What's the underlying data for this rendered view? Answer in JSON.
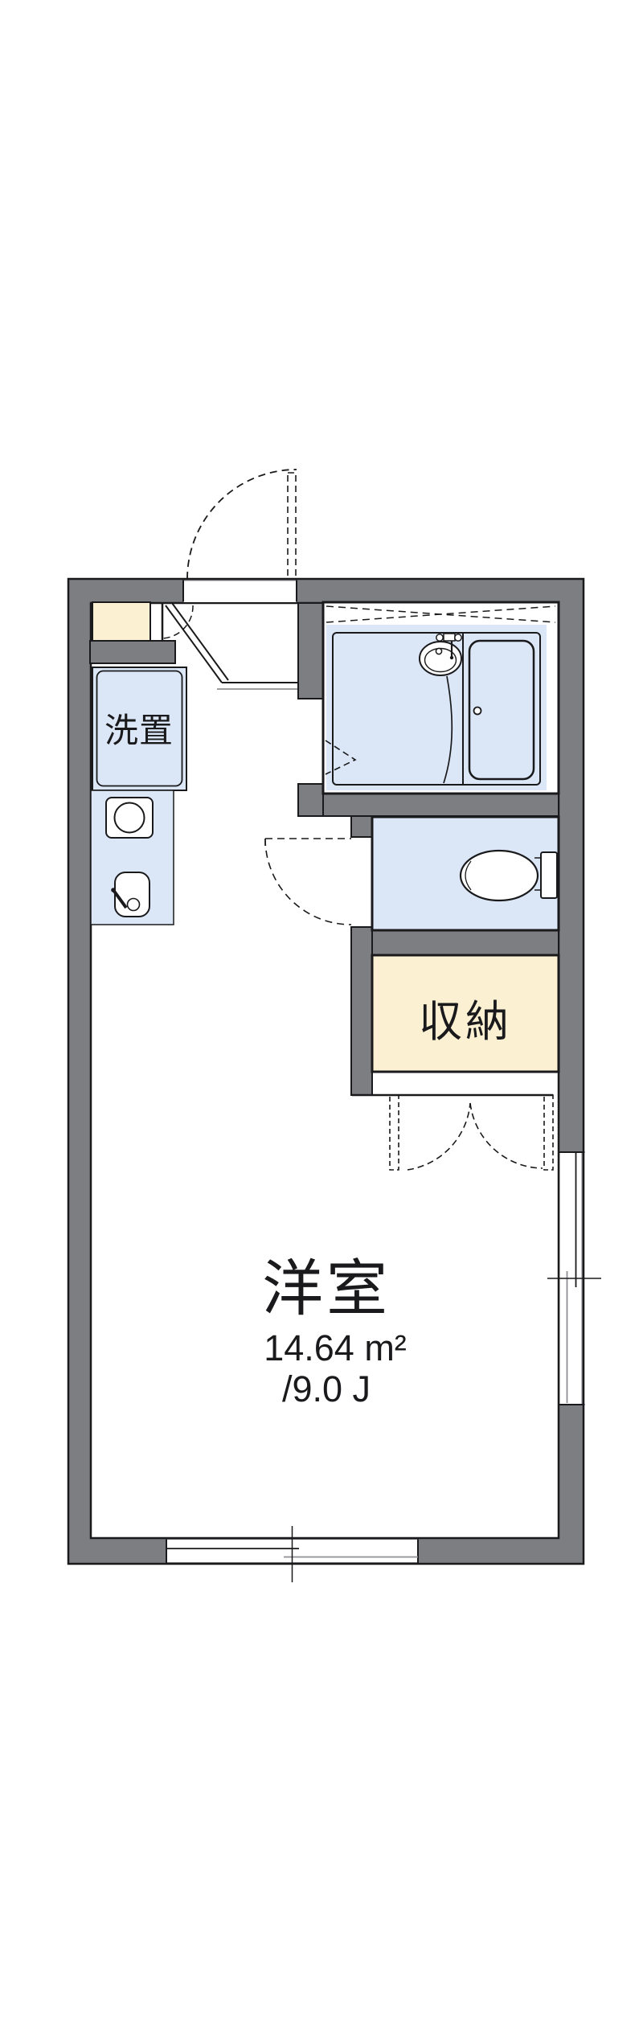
{
  "floor_plan": {
    "rooms": {
      "main_room": {
        "label": "洋室",
        "area_sqm": "14.64 m²",
        "area_tatami": "/9.0 J"
      },
      "storage": {
        "label": "収納"
      },
      "laundry_space": {
        "label": "洗置"
      }
    },
    "colors": {
      "wall": "#7d7e81",
      "line": "#1a1a1c",
      "room-blue": "#dbe7f7",
      "room-cream": "#fbf0d2",
      "pane-gray": "#8e9093",
      "paper": "#ffffff",
      "text": "#1a1a1c"
    }
  }
}
